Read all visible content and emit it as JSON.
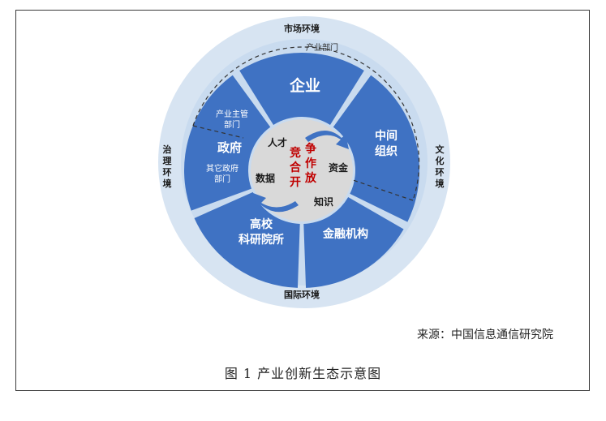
{
  "diagram": {
    "environment_labels": {
      "top": "市场环境",
      "bottom": "国际环境",
      "left": "治理环境",
      "right": "文化环境"
    },
    "inner_label": "产业部门",
    "segments": {
      "enterprise": "企业",
      "intermediary": [
        "中间",
        "组织"
      ],
      "finance": "金融机构",
      "university": [
        "高校",
        "科研院所"
      ],
      "government": "政府",
      "gov_sub_top": [
        "产业主管",
        "部门"
      ],
      "gov_sub_bottom": [
        "其它政府",
        "部门"
      ]
    },
    "core_resources": {
      "talent": "人才",
      "capital": "资金",
      "knowledge": "知识",
      "data": "数据"
    },
    "center_words": [
      "竞",
      "争",
      "合",
      "作",
      "开",
      "放"
    ],
    "colors": {
      "segment_blue": "#3f72c3",
      "outer_ring": "#d7e4f2",
      "core_grey": "#d9d9d9",
      "accent_red": "#c00000"
    }
  },
  "source": "来源：中国信息通信研究院",
  "caption": "图 1 产业创新生态示意图"
}
